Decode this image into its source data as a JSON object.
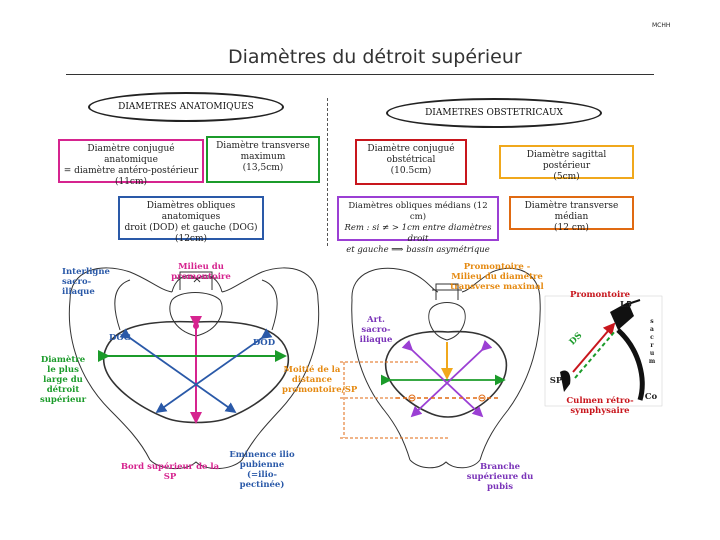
{
  "corner_label": "MCHH",
  "title": "Diamètres du détroit supérieur",
  "anat_header": "DIAMETRES ANATOMIQUES",
  "obst_header": "DIAMETRES OBSTETRICAUX",
  "boxes": {
    "conj_anat": [
      "Diamètre conjugué anatomique",
      "= diamètre antéro-postérieur",
      "(11cm)"
    ],
    "transverse_max": [
      "Diamètre transverse",
      "maximum",
      "(13,5cm)"
    ],
    "obliques_anat": [
      "Diamètres obliques anatomiques",
      "droit (DOD) et gauche (DOG)",
      "(12cm)"
    ],
    "conj_obst": [
      "Diamètre conjugué",
      "obstétrical",
      "(10.5cm)"
    ],
    "sagittal_post": [
      "Diamètre sagittal postérieur",
      "(5cm)"
    ],
    "obliques_med": [
      "Diamètres obliques médians (12 cm)",
      "Rem : si ≠ > 1cm entre diamètres droit",
      "et gauche ⟹ bassin asymétrique"
    ],
    "transverse_med": [
      "Diamètre transverse médian",
      "(12 cm)"
    ]
  },
  "left_labels": {
    "interligne": "Interligne sacro-iliaque",
    "milieu": "Milieu du promontoire",
    "dog": "DOG",
    "dod": "DOD",
    "diametre_large": "Diamètre le plus large du détroit supérieur",
    "bord_sp": "Bord supérieur de la SP",
    "eminence": "Eminence ilio pubienne (=ilio-pectinée)"
  },
  "right_labels": {
    "promontoire_milieu": "Promontoire - Milieu du diamètre transverse maximal",
    "art_sacro": "Art. sacro-iliaque",
    "moitie": "Moitié de la distance promontoire/SP",
    "branche": "Branche supérieure du pubis"
  },
  "inset_labels": {
    "promontoire": "Promontoire",
    "l5": "L5",
    "ds": "DS",
    "sp": "SP",
    "sacrum": "s a c r u m",
    "co": "Co",
    "culmen": "Culmen rétro-symphysaire"
  },
  "colors": {
    "pink": "#d6248f",
    "green": "#1b9b2a",
    "blue": "#2a59a8",
    "red": "#c8161d",
    "orange": "#f0a81c",
    "purple": "#9b3fd4",
    "dark_orange": "#e06a12"
  }
}
